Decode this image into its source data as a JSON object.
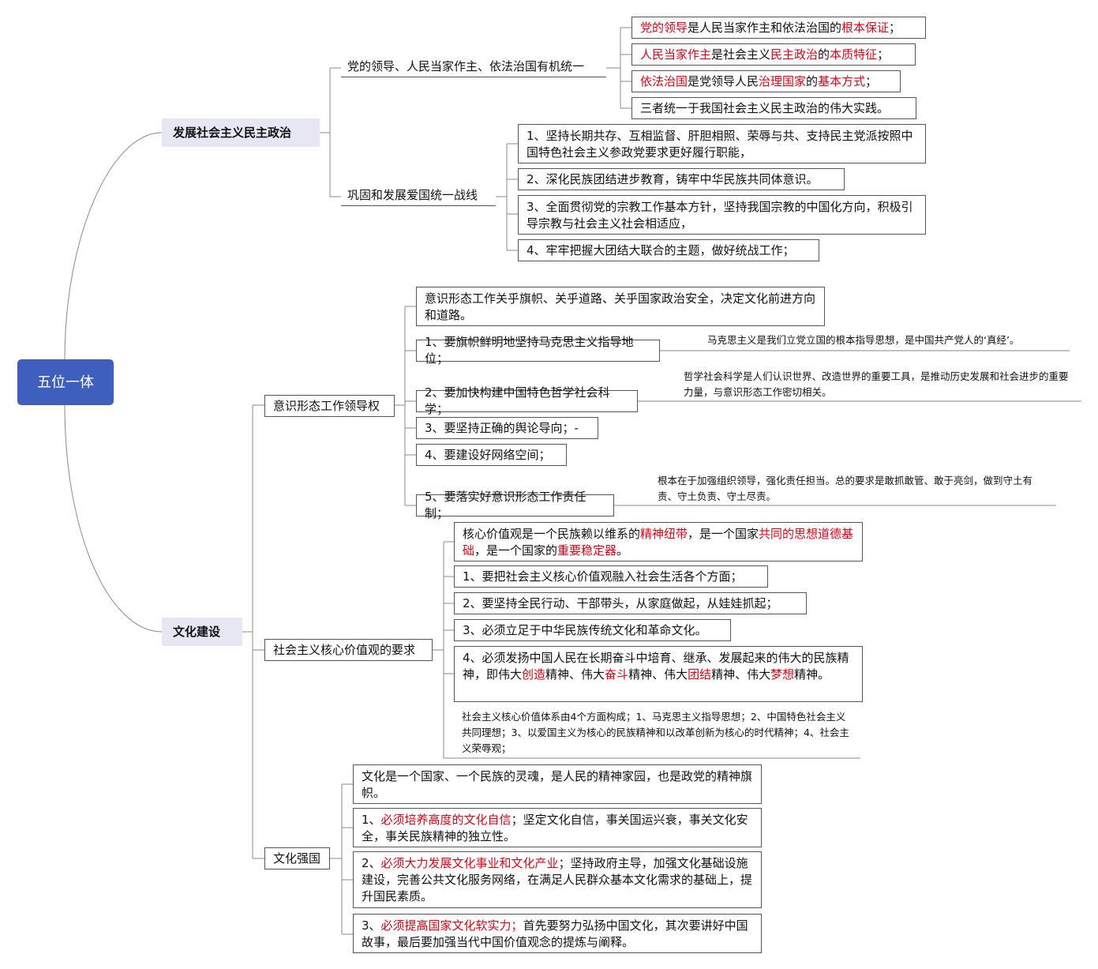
{
  "root": "五位一体",
  "politics": {
    "title": "发展社会主义民主政治",
    "unity": {
      "label": "党的领导、人民当家作主、依法治国有机统一",
      "items": [
        {
          "segs": [
            [
              "党的领导",
              true
            ],
            [
              "是人民当家作主和依法治国的",
              false
            ],
            [
              "根本保证",
              true
            ],
            [
              "；",
              false
            ]
          ]
        },
        {
          "segs": [
            [
              "人民当家作主",
              true
            ],
            [
              "是社会主义",
              false
            ],
            [
              "民主政治",
              true
            ],
            [
              "的",
              false
            ],
            [
              "本质特征",
              true
            ],
            [
              "；",
              false
            ]
          ]
        },
        {
          "segs": [
            [
              "依法治国",
              true
            ],
            [
              "是党领导人民",
              false
            ],
            [
              "治理国家",
              true
            ],
            [
              "的",
              false
            ],
            [
              "基本方式",
              true
            ],
            [
              "；",
              false
            ]
          ]
        },
        {
          "segs": [
            [
              "三者统一于我国社会主义民主政治的伟大实践。",
              false
            ]
          ]
        }
      ]
    },
    "united_front": {
      "label": "巩固和发展爱国统一战线",
      "items": [
        "1、坚持长期共存、互相监督、肝胆相照、荣辱与共、支持民主党派按照中国特色社会主义参政党要求更好履行职能，",
        "2、深化民族团结进步教育，铸牢中华民族共同体意识。",
        "3、全面贯彻党的宗教工作基本方针，坚持我国宗教的中国化方向，积极引导宗教与社会主义社会相适应，",
        "4、牢牢把握大团结大联合的主题，做好统战工作；"
      ]
    }
  },
  "culture": {
    "title": "文化建设",
    "ideology": {
      "label": "意识形态工作领导权",
      "intro": "意识形态工作关乎旗帜、关乎道路、关乎国家政治安全，决定文化前进方向和道路。",
      "items": [
        "1、要旗帜鲜明地坚持马克思主义指导地位；",
        "2、要加快构建中国特色哲学社会科学；",
        "3、要坚持正确的舆论导向；-",
        "4、要建设好网络空间；",
        "5、要落实好意识形态工作责任制；"
      ],
      "notes": [
        "马克思主义是我们立党立国的根本指导思想，是中国共产党人的‘真经’。",
        "哲学社会科学是人们认识世界、改造世界的重要工具，是推动历史发展和社会进步的重要力量，与意识形态工作密切相关。",
        "根本在于加强组织领导，强化责任担当。总的要求是敢抓敢管、敢于亮剑，做到守土有责、守土负责、守土尽责。"
      ]
    },
    "core_values": {
      "label": "社会主义核心价值观的要求",
      "intro": {
        "segs": [
          [
            "核心价值观是一个民族赖以维系的",
            false
          ],
          [
            "精神纽带",
            true
          ],
          [
            "，是一个国家",
            false
          ],
          [
            "共同的思想道德基础",
            true
          ],
          [
            "，是一个国家的",
            false
          ],
          [
            "重要稳定器",
            true
          ],
          [
            "。",
            false
          ]
        ]
      },
      "items": [
        "1、要把社会主义核心价值观融入社会生活各个方面；",
        "2、要坚持全民行动、干部带头，从家庭做起，从娃娃抓起；",
        "3、必须立足于中华民族传统文化和革命文化。"
      ],
      "item4": {
        "segs": [
          [
            "4、必须发扬中国人民在长期奋斗中培育、继承、发展起来的伟大的民族精神，即伟大",
            false
          ],
          [
            "创造",
            true
          ],
          [
            "精神、伟大",
            false
          ],
          [
            "奋斗",
            true
          ],
          [
            "精神、伟大",
            false
          ],
          [
            "团结",
            true
          ],
          [
            "精神、伟大",
            false
          ],
          [
            "梦想",
            true
          ],
          [
            "精神。",
            false
          ]
        ]
      },
      "note": "社会主义核心价值体系由4个方面构成；1、马克思主义指导思想；2、中国特色社会主义共同理想；3、以爱国主义为核心的民族精神和以改革创新为核心的时代精神；4、社会主义荣辱观；"
    },
    "strong": {
      "label": "文化强国",
      "intro": "文化是一个国家、一个民族的灵魂，是人民的精神家园，也是政党的精神旗帜。",
      "items": [
        {
          "segs": [
            [
              "1、",
              false
            ],
            [
              "必须培养高度的文化自信",
              true
            ],
            [
              "；坚定文化自信，事关国运兴衰，事关文化安全，事关民族精神的独立性。",
              false
            ]
          ]
        },
        {
          "segs": [
            [
              "2、",
              false
            ],
            [
              "必须大力发展文化事业和文化产业",
              true
            ],
            [
              "；坚持政府主导，加强文化基础设施建设，完善公共文化服务网络，在满足人民群众基本文化需求的基础上，提升国民素质。",
              false
            ]
          ]
        },
        {
          "segs": [
            [
              "3、",
              false
            ],
            [
              "必须提高国家文化软实力；",
              true
            ],
            [
              "首先要努力弘扬中国文化，其次要讲好中国故事，最后要加强当代中国价值观念的提炼与阐释。",
              false
            ]
          ]
        }
      ]
    }
  },
  "colors": {
    "root": "#3f5fbf",
    "emphasis": "#e60012",
    "branch_bg": "#e6e7f2",
    "line": "#888888"
  }
}
